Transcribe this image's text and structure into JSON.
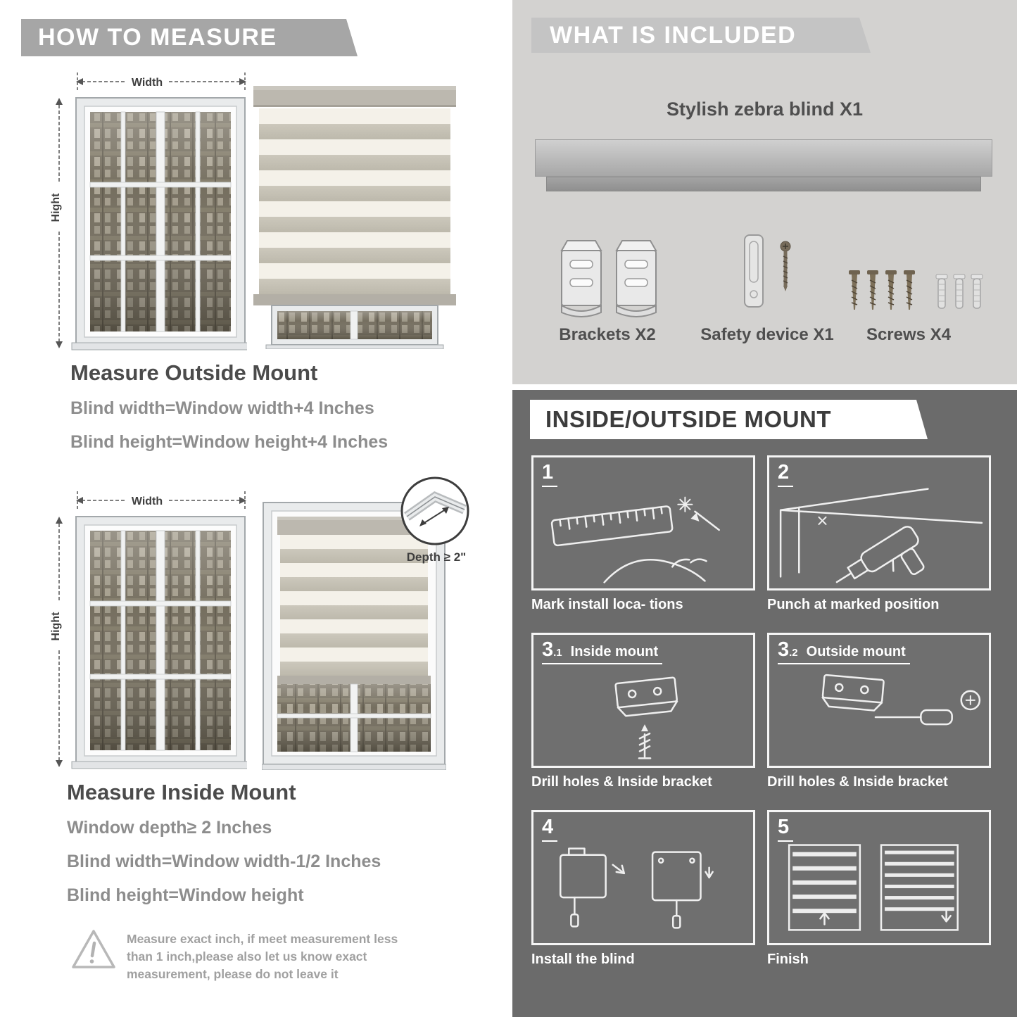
{
  "colors": {
    "banner_gray": "#a6a6a6",
    "included_bg": "#d3d2d0",
    "mount_bg": "#6b6b6b",
    "heading_text": "#4b4b4b",
    "body_text": "#8d8d8d"
  },
  "left": {
    "banner": "HOW TO MEASURE",
    "outside": {
      "width_label": "Width",
      "height_label": "Hight",
      "heading": "Measure Outside Mount",
      "line1": "Blind width=Window width+4 Inches",
      "line2": "Blind height=Window height+4 Inches"
    },
    "inside": {
      "width_label": "Width",
      "height_label": "Hight",
      "depth_label": "Depth ≥ 2\"",
      "heading": "Measure Inside Mount",
      "line1": "Window depth≥ 2 Inches",
      "line2": "Blind width=Window width-1/2 Inches",
      "line3": "Blind height=Window height"
    },
    "warning": {
      "icon": "warning-triangle",
      "line1": "Measure exact inch, if meet measurement less",
      "line2": "than 1 inch,please also let us know exact",
      "line3": "measurement, please do not leave it"
    }
  },
  "right": {
    "included": {
      "banner": "WHAT IS INCLUDED",
      "title": "Stylish zebra blind X1",
      "items": [
        {
          "icon": "brackets-icon",
          "label": "Brackets X2"
        },
        {
          "icon": "safety-device-icon",
          "label": "Safety device X1"
        },
        {
          "icon": "screws-icon",
          "label": "Screws X4"
        }
      ]
    },
    "mount": {
      "banner": "INSIDE/OUTSIDE MOUNT",
      "panels": [
        {
          "num": "1",
          "sub": "",
          "label": "",
          "caption": "Mark install loca- tions"
        },
        {
          "num": "2",
          "sub": "",
          "label": "",
          "caption": "Punch at marked position"
        },
        {
          "num": "3",
          "sub": ".1",
          "label": "Inside mount",
          "caption": "Drill holes & Inside bracket"
        },
        {
          "num": "3",
          "sub": ".2",
          "label": "Outside mount",
          "caption": "Drill holes & Inside bracket"
        },
        {
          "num": "4",
          "sub": "",
          "label": "",
          "caption": "Install the blind"
        },
        {
          "num": "5",
          "sub": "",
          "label": "",
          "caption": "Finish"
        }
      ]
    }
  }
}
